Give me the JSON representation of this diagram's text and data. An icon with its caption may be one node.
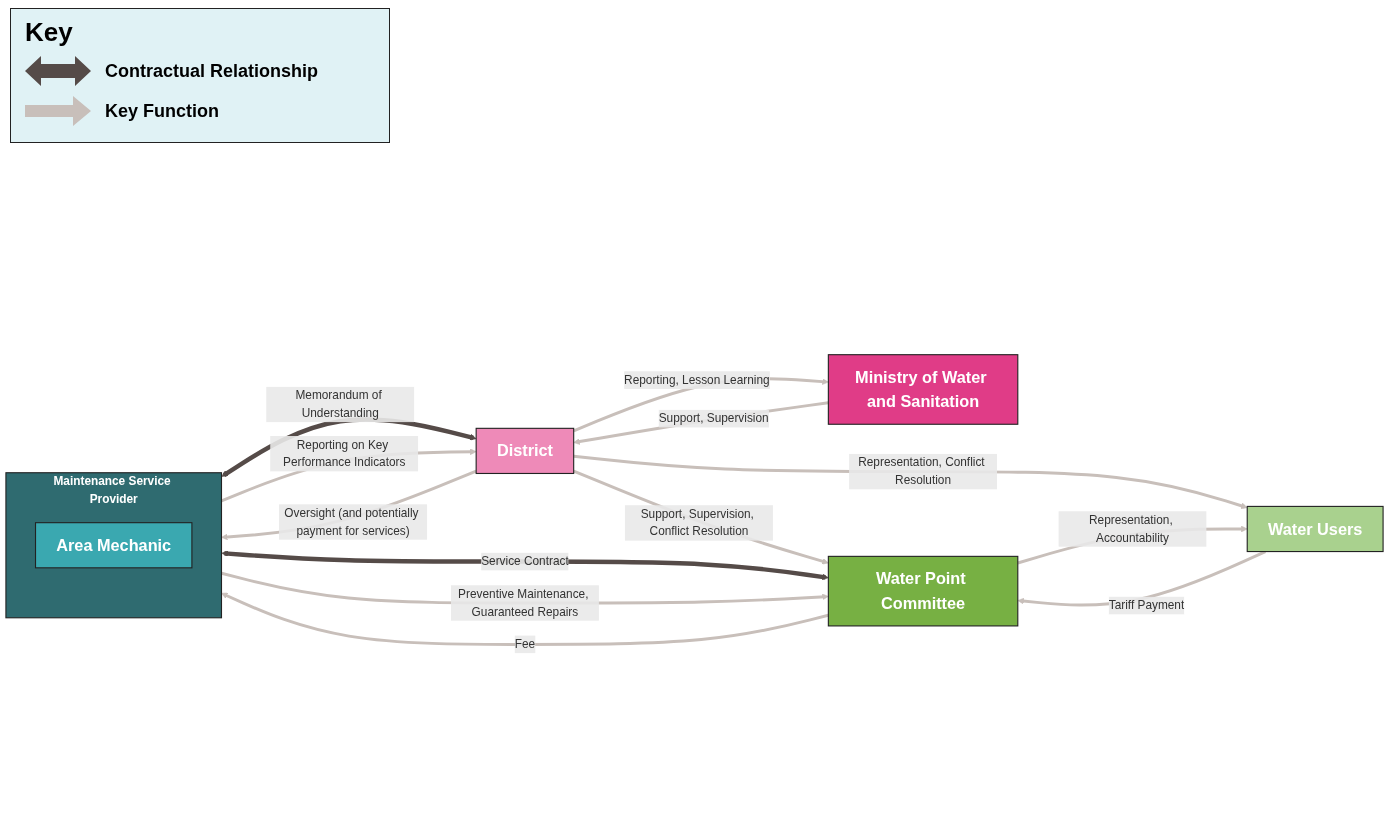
{
  "diagram": {
    "nodes": [
      {
        "text": [
          "Ministry of Water and Sanitation"
        ]
      },
      {
        "text": [
          "District"
        ]
      },
      {
        "text": [
          "Maintenance Service Provider"
        ]
      },
      {
        "text": [
          "Area Mechanic"
        ],
        "in": 2
      },
      {
        "text": [
          "Water Point Committee"
        ]
      },
      {
        "text": [
          "Water Users"
        ]
      }
    ],
    "edges": [
      {
        "from": 0,
        "to": 1,
        "arrow": "to",
        "label": "Support, Supervision"
      },
      {
        "from": 1,
        "to": 0,
        "arrow": "to",
        "label": "Reporting, Lesson Learning"
      },
      {
        "from": 2,
        "to": 1,
        "arrow": "both",
        "label": "Memorandum of Understanding",
        "color": "#554b48"
      },
      {
        "from": 1,
        "to": 2,
        "arrow": "to",
        "label": "Oversight (and potentially payment for services)"
      },
      {
        "from": 2,
        "to": 1,
        "arrow": "to",
        "label": "Reporting on Key Performance Indicators"
      },
      {
        "from": 1,
        "to": 4,
        "arrow": "to",
        "label": "Support, Supervision, Conflict Resolution"
      },
      {
        "from": 1,
        "to": 5,
        "arrow": "to",
        "label": "Representation, Conflict Resolution"
      },
      {
        "from": 2,
        "to": 4,
        "arrow": "both",
        "label": "Service Contract",
        "color": "#554b48"
      },
      {
        "from": 2,
        "to": 4,
        "arrow": "to",
        "label": "Preventive Maintenance, Guaranteed Repairs"
      },
      {
        "from": 4,
        "to": 2,
        "arrow": "to",
        "label": "Fee"
      },
      {
        "from": 4,
        "to": 5,
        "arrow": "to",
        "label": "Representation, Accountability"
      },
      {
        "from": 5,
        "to": 4,
        "arrow": "to",
        "label": "Tariff Payment"
      }
    ],
    "labels": [
      "Key"
    ],
    "legend": [
      {
        "text": "Contractual Relationship"
      },
      {
        "text": "Key Function"
      }
    ]
  }
}
